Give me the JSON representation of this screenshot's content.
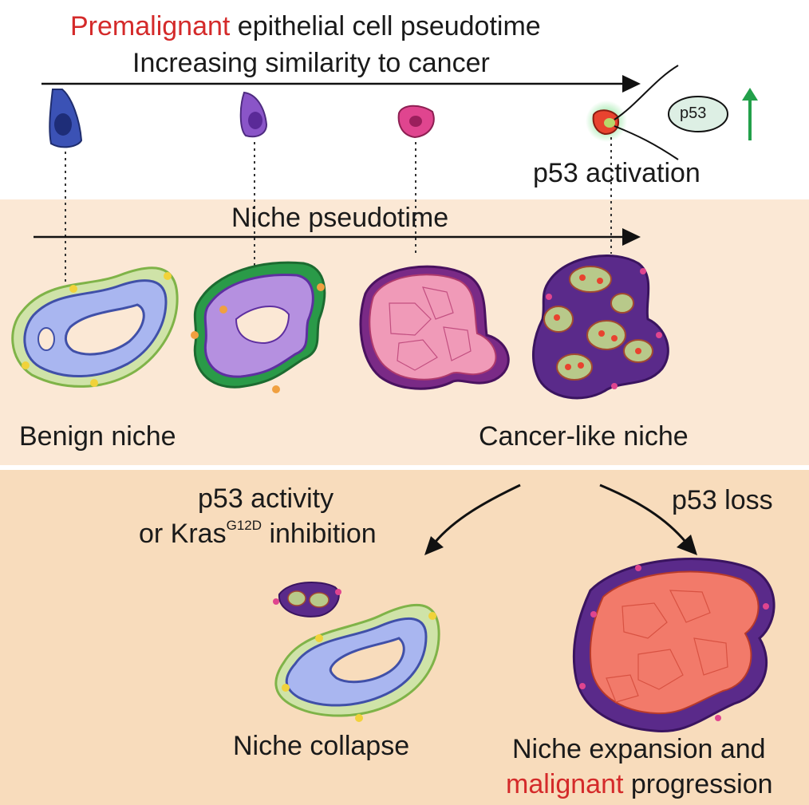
{
  "header": {
    "title_red": "Premalignant",
    "title_rest": " epithelial cell pseudotime",
    "subtitle": "Increasing similarity to cancer"
  },
  "p53_badge": "p53",
  "p53_activation": "p53 activation",
  "niche_pseudotime": "Niche pseudotime",
  "benign_label": "Benign niche",
  "cancer_like_label": "Cancer-like niche",
  "left_branch": {
    "line1": "p53 activity",
    "line2_pre": "or Kras",
    "line2_sup": "G12D",
    "line2_post": " inhibition"
  },
  "right_branch": "p53 loss",
  "collapse_label": "Niche collapse",
  "expansion_line1": "Niche expansion and",
  "expansion_red": "malignant",
  "expansion_rest": " progression",
  "colors": {
    "accent_red": "#d42a2a",
    "benign_cell": "#3b52b5",
    "intermediate_cell": "#8a55c8",
    "premalignant_cell": "#e0458f",
    "cancer_cell": "#e8432f",
    "activation_glow": "#3cc85a",
    "up_arrow": "#22a04a",
    "fibroblast_purple": "#5a2a8a"
  },
  "icons": [
    "right-arrow-icon",
    "up-arrow-icon",
    "down-left-arrow-icon",
    "down-right-arrow-icon"
  ]
}
